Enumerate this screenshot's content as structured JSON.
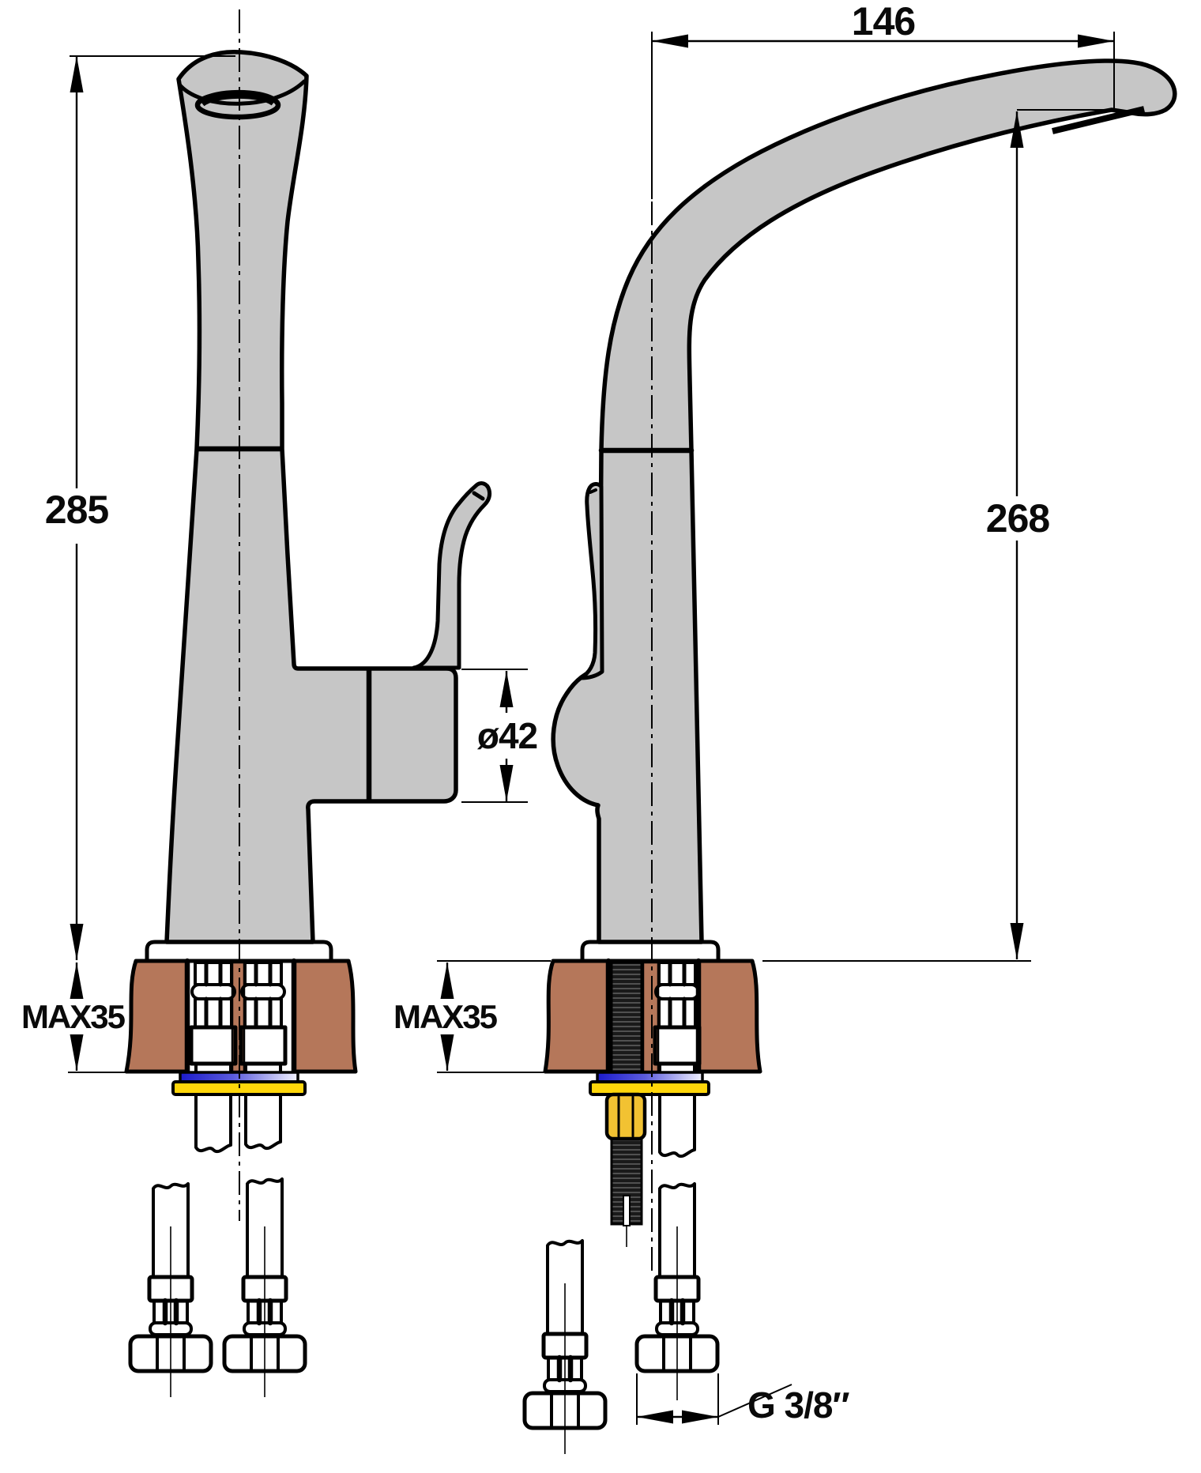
{
  "drawing": {
    "type": "faucet-installation-technical-drawing",
    "views": {
      "front": {
        "label_height_total": "285",
        "label_body_diameter": "ø42",
        "label_deck_thickness": "MAX35"
      },
      "side": {
        "label_spout_reach": "146",
        "label_outlet_height": "268",
        "label_deck_thickness": "MAX35",
        "label_connection_thread": "G 3/8″"
      }
    },
    "colors": {
      "metal": "#c6c6c6",
      "outline": "#000000",
      "countertop": "#b5775a",
      "washer_blue": "#1b1bcb",
      "washer_yellow": "#ffd60a",
      "nut_brass": "#f2c232",
      "braid_background": "#e6e6e6"
    }
  }
}
